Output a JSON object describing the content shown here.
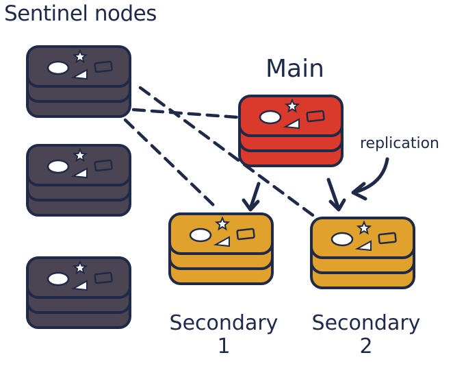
{
  "title": "Sentinel nodes",
  "main_label": "Main",
  "replication_label": "replication",
  "secondaries": [
    {
      "line1": "Secondary",
      "line2": "1"
    },
    {
      "line1": "Secondary",
      "line2": "2"
    }
  ],
  "colors": {
    "ink": "#1e2a47",
    "sentinel": "#4a4453",
    "main": "#d93a2b",
    "secondary": "#e0a22c",
    "symbol": "#ffffff"
  },
  "icons": [
    "server-stack-icon",
    "star-icon",
    "circle-icon",
    "triangle-icon",
    "square-icon",
    "arrow-icon"
  ]
}
